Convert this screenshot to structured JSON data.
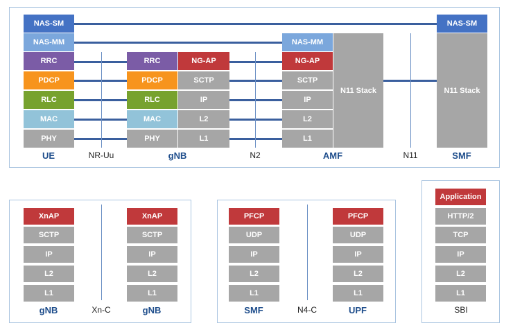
{
  "colors": {
    "nas_sm": "#4472c4",
    "nas_mm": "#7ba7dc",
    "rrc": "#7b5ca6",
    "pdcp": "#f7941d",
    "rlc": "#77a22e",
    "mac": "#92c3d9",
    "gray": "#a6a6a6",
    "red": "#c0393b",
    "line": "#3a5f9e"
  },
  "top": {
    "ue": {
      "nas_sm": "NAS-SM",
      "nas_mm": "NAS-MM",
      "rrc": "RRC",
      "pdcp": "PDCP",
      "rlc": "RLC",
      "mac": "MAC",
      "phy": "PHY",
      "label": "UE"
    },
    "gnb": {
      "rrc": "RRC",
      "pdcp": "PDCP",
      "rlc": "RLC",
      "mac": "MAC",
      "phy": "PHY",
      "ngap": "NG-AP",
      "sctp": "SCTP",
      "ip": "IP",
      "l2": "L2",
      "l1": "L1",
      "label": "gNB"
    },
    "amf": {
      "nas_mm": "NAS-MM",
      "ngap": "NG-AP",
      "sctp": "SCTP",
      "ip": "IP",
      "l2": "L2",
      "l1": "L1",
      "n11": "N11 Stack",
      "label": "AMF"
    },
    "smf": {
      "nas_sm": "NAS-SM",
      "n11": "N11 Stack",
      "label": "SMF"
    },
    "if_nruu": "NR-Uu",
    "if_n2": "N2",
    "if_n11": "N11"
  },
  "xn": {
    "left": [
      "XnAP",
      "SCTP",
      "IP",
      "L2",
      "L1"
    ],
    "right": [
      "XnAP",
      "SCTP",
      "IP",
      "L2",
      "L1"
    ],
    "left_label": "gNB",
    "right_label": "gNB",
    "interface": "Xn-C"
  },
  "n4": {
    "left": [
      "PFCP",
      "UDP",
      "IP",
      "L2",
      "L1"
    ],
    "right": [
      "PFCP",
      "UDP",
      "IP",
      "L2",
      "L1"
    ],
    "left_label": "SMF",
    "right_label": "UPF",
    "interface": "N4-C"
  },
  "sbi": {
    "stack": [
      "Application",
      "HTTP/2",
      "TCP",
      "IP",
      "L2",
      "L1"
    ],
    "label": "SBI"
  }
}
